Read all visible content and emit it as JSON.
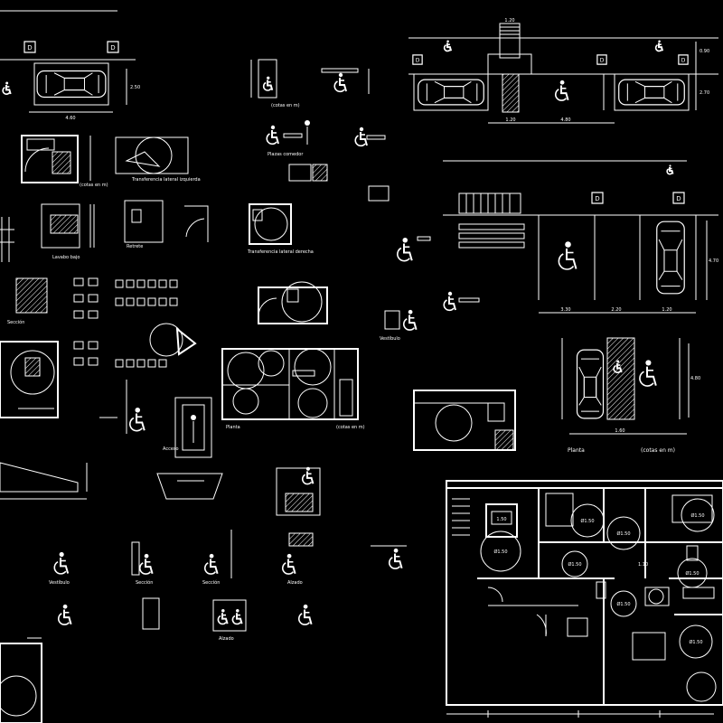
{
  "dims": {
    "park_top_left_w": "4.60",
    "park_top_left_h": "2.50",
    "park_top_right_a": "1.20",
    "park_top_right_b": "4.80",
    "park_top_right_c": "1.20",
    "park_top_right_d": "0.90",
    "park_top_right_e": "2.70",
    "park_mid_a": "3.30",
    "park_mid_b": "2.20",
    "park_mid_c": "1.20",
    "park_mid_h": "4.70",
    "park_low_h": "4.80",
    "park_low_a": "1.60",
    "plan_a": "1.50",
    "plan_b": "1.10"
  },
  "labels": {
    "planta": "Planta",
    "cotas": "(cotas en m)",
    "alzado": "Alzado",
    "seccion": "Sección",
    "vestibulo": "Vestíbulo",
    "retrete": "Retrete",
    "transferencia_lateral": "Transferencia lateral izquierda",
    "transferencia_derecha": "Transferencia lateral derecha",
    "comedor": "Plazas comedor",
    "lavabo_bajo": "Lavabo bajo",
    "acceso": "Acceso"
  },
  "circles": {
    "d150_a": "Ø1.50",
    "d150_b": "Ø1.50",
    "d150_c": "Ø1.50",
    "d150_d": "Ø1.50",
    "d150_e": "Ø1.50",
    "d150_f": "Ø1.50",
    "d150_g": "Ø1.50",
    "d150_h": "Ø1.50"
  },
  "icons": {
    "d_marker": "D",
    "wheelchair": "wheelchair-icon"
  },
  "colors": {
    "background": "#000000",
    "lines": "#ffffff"
  }
}
